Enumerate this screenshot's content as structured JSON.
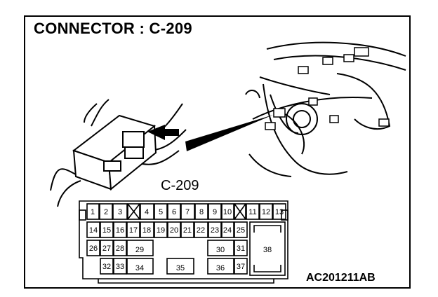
{
  "title": "CONNECTOR : C-209",
  "connector_label": "C-209",
  "reference_code": "AC201211AB",
  "pins": {
    "p1": "1",
    "p2": "2",
    "p3": "3",
    "p4": "4",
    "p5": "5",
    "p6": "6",
    "p7": "7",
    "p8": "8",
    "p9": "9",
    "p10": "10",
    "p11": "11",
    "p12": "12",
    "p13": "13",
    "p14": "14",
    "p15": "15",
    "p16": "16",
    "p17": "17",
    "p18": "18",
    "p19": "19",
    "p20": "20",
    "p21": "21",
    "p22": "22",
    "p23": "23",
    "p24": "24",
    "p25": "25",
    "p26": "26",
    "p27": "27",
    "p28": "28",
    "p29": "29",
    "p30": "30",
    "p31": "31",
    "p32": "32",
    "p33": "33",
    "p34": "34",
    "p35": "35",
    "p36": "36",
    "p37": "37",
    "p38": "38"
  },
  "colors": {
    "line": "#000000",
    "background": "#ffffff"
  }
}
